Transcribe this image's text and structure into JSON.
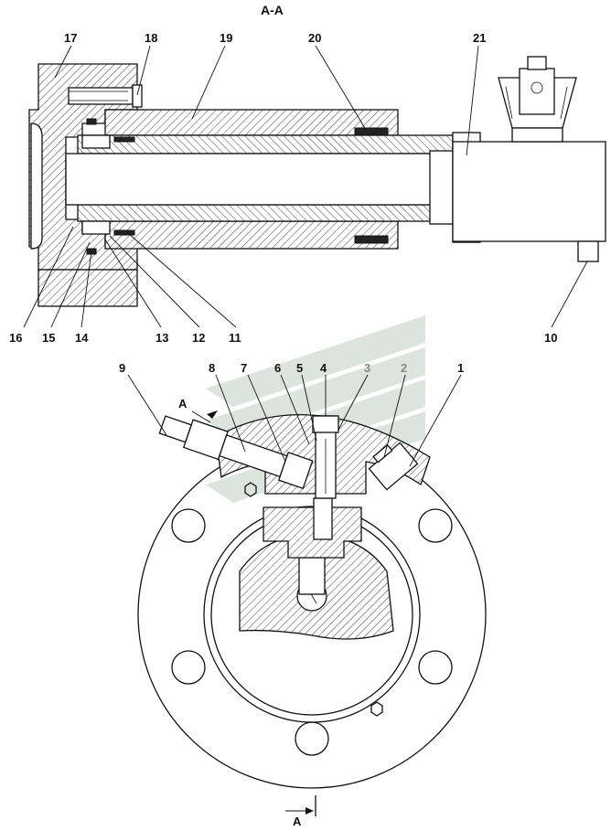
{
  "section_label": "А-А",
  "view_arrow_label_top": "А",
  "view_arrow_label_bottom": "А",
  "callouts_top": {
    "c17": "17",
    "c18": "18",
    "c19": "19",
    "c20": "20",
    "c21": "21",
    "c16": "16",
    "c15": "15",
    "c14": "14",
    "c13": "13",
    "c12": "12",
    "c11": "11",
    "c10": "10"
  },
  "callouts_bottom": {
    "c9": "9",
    "c8": "8",
    "c7": "7",
    "c6": "6",
    "c5": "5",
    "c4": "4",
    "c3": "3",
    "c2": "2",
    "c1": "1"
  },
  "colors": {
    "line": "#111111",
    "gray_label": "#8a8a8a",
    "watermark": "#d4dcd4"
  }
}
